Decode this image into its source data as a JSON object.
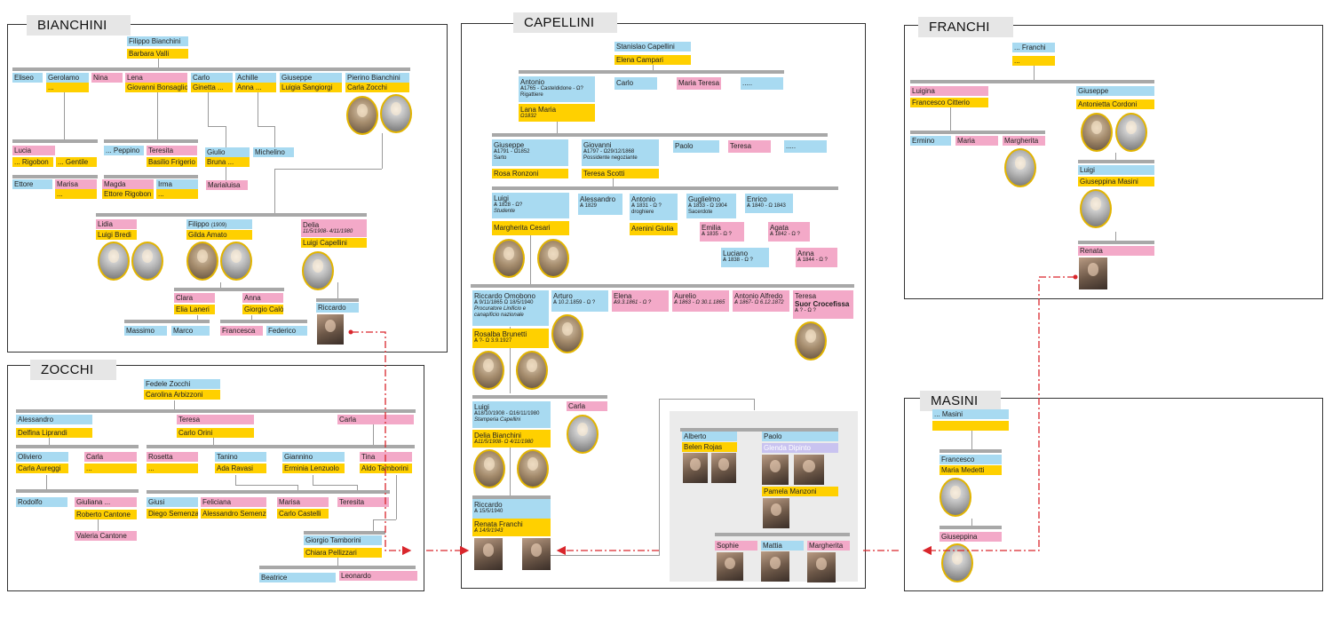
{
  "titles": {
    "bianchini": "BIANCHINI",
    "zocchi": "ZOCCHI",
    "capellini": "CAPELLINI",
    "franchi": "FRANCHI",
    "masini": "MASINI"
  },
  "colors": {
    "male": "#a8daf1",
    "female": "#f3a9c8",
    "spouse": "#ffd000",
    "bar": "#a8a8a8",
    "link": "#d9262c"
  },
  "bianchini": {
    "filippo": "Filippo Bianchini",
    "barbara": "Barbara Valli",
    "eliseo": "Eliseo",
    "gerolamo": "Gerolamo",
    "gerolamo_s": "...",
    "nina": "Nina",
    "lena": "Lena",
    "giovanni": "Giovanni Bonsaglio",
    "carlo": "Carlo",
    "ginetta": "Ginetta ...",
    "achille": "Achille",
    "anna": "Anna ...",
    "giuseppe": "Giuseppe",
    "luigia": "Luigia Sangiorgi",
    "pierino": "Pierino Bianchini",
    "carla_zocchi": "Carla Zocchi",
    "lucia": "Lucia",
    "rigobon": "... Rigobon",
    "gentile": "... Gentile",
    "peppino": "... Peppino",
    "teresita": "Teresita",
    "basilio": "Basilio Frigerio",
    "giulio": "Giulio",
    "bruna": "Bruna ...",
    "michelino": "Michelino",
    "ettore": "Ettore",
    "marisa": "Marisa",
    "marisa_s": "...",
    "magda": "Magda",
    "ettore_rigobon": "Ettore Rigobon",
    "irma": "Irma",
    "irma_s": "...",
    "marialuisa": "Marialuisa",
    "lidia": "Lidia",
    "luigi_bredi": "Luigi Bredi",
    "filippo2": "Filippo",
    "filippo2_year": "(1909)",
    "gilda": "Gilda Amato",
    "delia": "Delia",
    "delia_dates": "11/5/1908- 4/11/1980",
    "luigi_capellini": "Luigi Capellini",
    "clara": "Clara",
    "elia": "Elia Laneri",
    "anna2": "Anna",
    "giorgio_calo": "Giorgio Calò",
    "riccardo": "Riccardo",
    "massimo": "Massimo",
    "marco": "Marco",
    "francesca": "Francesca",
    "federico": "Federico"
  },
  "zocchi": {
    "fedele": "Fedele Zocchi",
    "carolina": "Carolina Arbizzoni",
    "alessandro": "Alessandro",
    "delfina": "Delfina Liprandi",
    "teresa": "Teresa",
    "carlo_orini": "Carlo Orini",
    "carla": "Carla",
    "oliviero": "Oliviero",
    "carla_aureggi": "Carla Aureggi",
    "carla2": "Carla",
    "carla2_s": "...",
    "rosetta": "Rosetta",
    "rosetta_s": "...",
    "tanino": "Tanino",
    "ada": "Ada Ravasi",
    "giannino": "Giannino",
    "erminia": "Erminia Lenzuolo",
    "tina": "Tina",
    "aldo": "Aldo Tamborini",
    "rodolfo": "Rodolfo",
    "giuliana": "Giuliana ...",
    "roberto": "Roberto Cantone",
    "valeria": "Valeria Cantone",
    "giusi": "Giusi",
    "diego": "Diego Semenza",
    "feliciana": "Feliciana",
    "alessandro_s": "Alessandro Semenza",
    "marisa": "Marisa",
    "carlo_castelli": "Carlo Castelli",
    "teresita": "Teresita",
    "giorgio": "Giorgio Tamborini",
    "chiara": "Chiara Pellizzari",
    "beatrice": "Beatrice",
    "leonardo": "Leonardo"
  },
  "capellini": {
    "stanislao": "Stanislao Capellini",
    "elena_campari": "Elena Campari",
    "antonio": "Antonio",
    "antonio_dates": "Ѧ1765 - Casteldidone - Ω?",
    "antonio_job": "Rigattiere",
    "carlo": "Carlo",
    "maria_teresa": "Maria Teresa",
    "dots1": ".....",
    "lana": "Lana Maria",
    "lana_dates": "Ω1832",
    "giuseppe": "Giuseppe",
    "giuseppe_dates": "Ѧ1791 - Ω1852",
    "giuseppe_job": "Sarto",
    "giovanni": "Giovanni",
    "giovanni_dates": "Ѧ1797 - Ω29/12/1868",
    "giovanni_job": "Possidente negoziante",
    "paolo": "Paolo",
    "teresa": "Teresa",
    "dots2": ".....",
    "rosa": "Rosa Ronzoni",
    "teresa_scotti": "Teresa Scotti",
    "luigi": "Luigi",
    "luigi_dates": "Ѧ 1828 - Ω?",
    "luigi_job": "Studente",
    "alessandro": "Alessandro",
    "alessandro_dates": "Ѧ 1829",
    "antonio2": "Antonio",
    "antonio2_dates": "Ѧ 1831 - Ω ?",
    "antonio2_job": "droghiere",
    "guglielmo": "Guglielmo",
    "guglielmo_dates": "Ѧ 1833 - Ω 1904",
    "guglielmo_job": "Sacerdote",
    "enrico": "Enrico",
    "enrico_dates": "Ѧ 1840 - Ω 1843",
    "margherita": "Margherita Cesari",
    "arenini": "Arenini Giulia",
    "emilia": "Emilia",
    "emilia_dates": "Ѧ 1835 - Ω ?",
    "agata": "Agata",
    "agata_dates": "Ѧ 1842 - Ω ?",
    "luciano": "Luciano",
    "luciano_dates": "Ѧ 1838 - Ω ?",
    "anna": "Anna",
    "anna_dates": "Ѧ 1844 - Ω ?",
    "riccardo_o": "Riccardo Omobono",
    "riccardo_o_dates": "Ѧ 9/11/1865 Ω 18/5/1940",
    "riccardo_o_job": "Procuratore Linificio e canapificio nazionale",
    "arturo": "Arturo",
    "arturo_dates": "Ѧ 10.2.1859 - Ω ?",
    "elena": "Elena",
    "elena_dates": "Ѧ9.3.1861 - Ω ?",
    "aurelio": "Aurelio",
    "aurelio_dates": "Ѧ 1863 - Ω 30.1.1865",
    "antonio_alfredo": "Antonio Alfredo",
    "antonio_alfredo_dates": "Ѧ 1867- Ω 6.12.1872",
    "teresa2": "Teresa",
    "suor": "Suor Crocefissa",
    "teresa2_dates": "Ѧ ? - Ω ?",
    "rosalba": "Rosalba Brunetti",
    "rosalba_dates": "Ѧ ?- Ω 3.9.1927",
    "luigi2": "Luigi",
    "luigi2_dates": "Ѧ18/10/1908 - Ω16/11/1980",
    "luigi2_job": "Stamperia Capellini",
    "carla": "Carla",
    "delia": "Delia Bianchini",
    "delia_dates": "Ѧ11/5/1908- Ω 4/11/1980",
    "riccardo": "Riccardo",
    "riccardo_dates": "Ѧ 15/5/1940",
    "renata": "Renata Franchi",
    "renata_dates": "Ѧ 14/9/1943",
    "alberto": "Alberto",
    "belen": "Belen Rojas",
    "paolo2": "Paolo",
    "glenda": "Glenda Dipinto",
    "pamela": "Pamela Manzoni",
    "sophie": "Sophie",
    "mattia": "Mattia",
    "margherita2": "Margherita"
  },
  "franchi": {
    "franchi": "... Franchi",
    "franchi_s": "...",
    "luigina": "Luigina",
    "francesco": "Francesco Citterio",
    "giuseppe": "Giuseppe",
    "antonietta": "Antonietta Cordoni",
    "ermino": "Ermino",
    "maria": "Maria",
    "margherita": "Margherita",
    "luigi": "Luigi",
    "giuseppina": "Giuseppina Masini",
    "renata": "Renata"
  },
  "masini": {
    "masini": "... Masini",
    "masini_s": "",
    "francesco": "Francesco",
    "maria": "Maria Medetti",
    "giuseppina": "Giuseppina"
  }
}
